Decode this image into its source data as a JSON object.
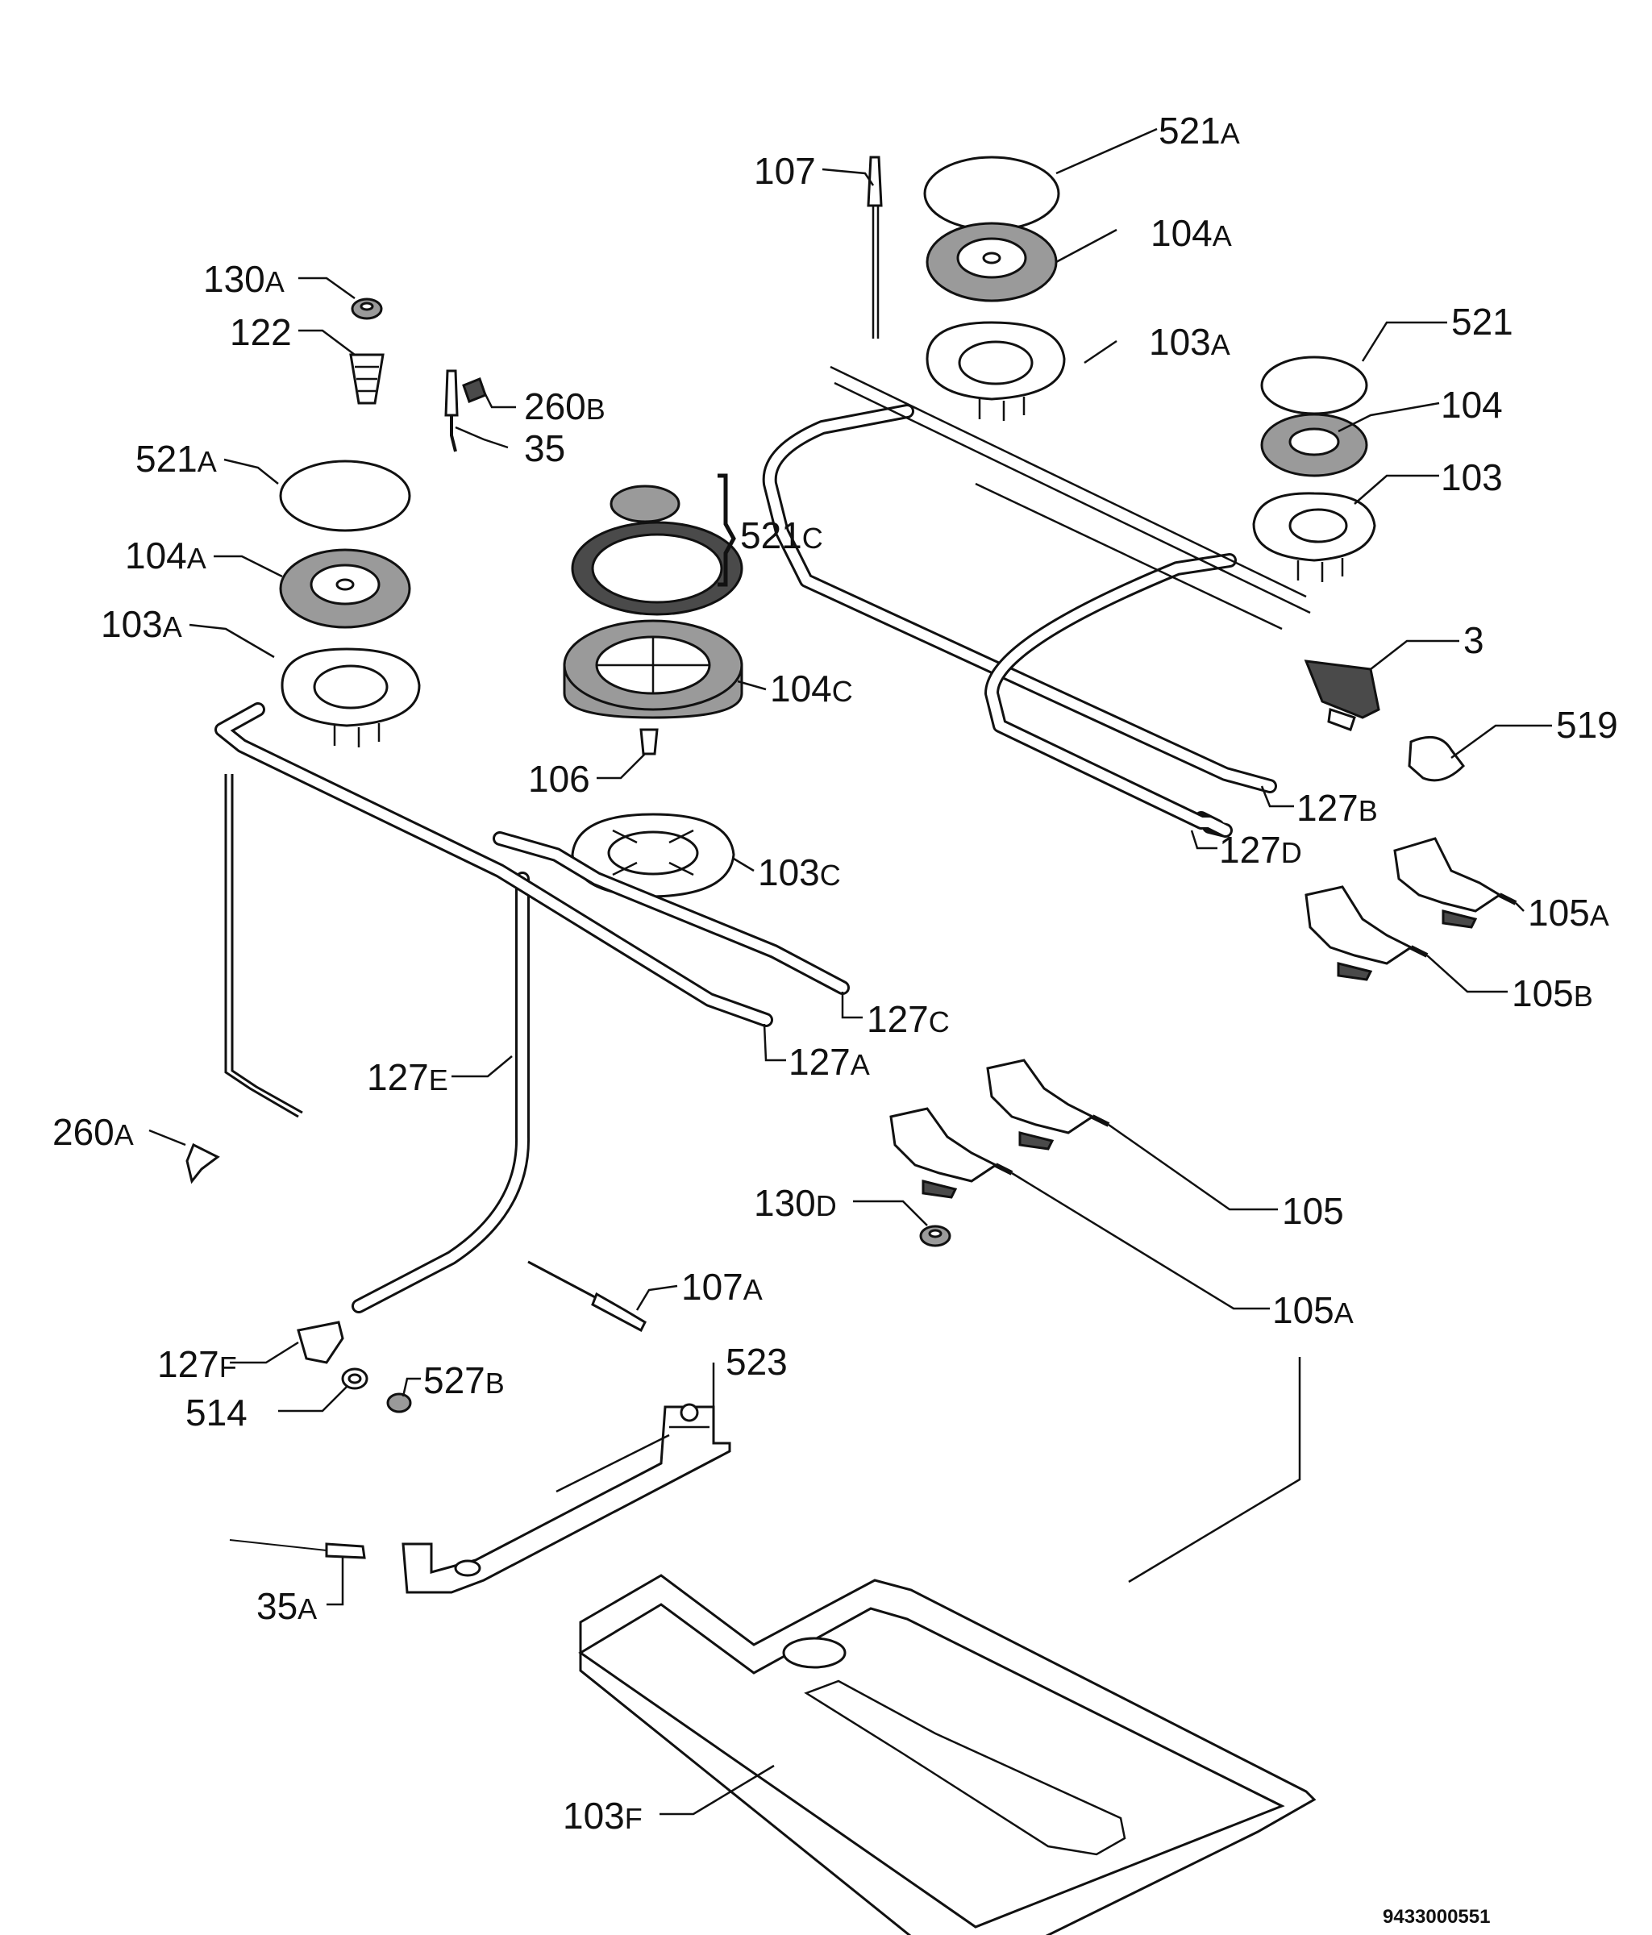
{
  "diagram": {
    "reference_code": "9433000551",
    "labels": [
      {
        "id": "521a-top",
        "num": "521",
        "suf": "A"
      },
      {
        "id": "107-top",
        "num": "107",
        "suf": ""
      },
      {
        "id": "104a-top",
        "num": "104",
        "suf": "A"
      },
      {
        "id": "130a",
        "num": "130",
        "suf": "A"
      },
      {
        "id": "122",
        "num": "122",
        "suf": ""
      },
      {
        "id": "103a-top",
        "num": "103",
        "suf": "A"
      },
      {
        "id": "521",
        "num": "521",
        "suf": ""
      },
      {
        "id": "260b",
        "num": "260",
        "suf": "B"
      },
      {
        "id": "104",
        "num": "104",
        "suf": ""
      },
      {
        "id": "35",
        "num": "35",
        "suf": ""
      },
      {
        "id": "521a-left",
        "num": "521",
        "suf": "A"
      },
      {
        "id": "103",
        "num": "103",
        "suf": ""
      },
      {
        "id": "521c",
        "num": "521",
        "suf": "C"
      },
      {
        "id": "104a-left",
        "num": "104",
        "suf": "A"
      },
      {
        "id": "103a-left",
        "num": "103",
        "suf": "A"
      },
      {
        "id": "3",
        "num": "3",
        "suf": ""
      },
      {
        "id": "104c",
        "num": "104",
        "suf": "C"
      },
      {
        "id": "519",
        "num": "519",
        "suf": ""
      },
      {
        "id": "106",
        "num": "106",
        "suf": ""
      },
      {
        "id": "127b",
        "num": "127",
        "suf": "B"
      },
      {
        "id": "127d",
        "num": "127",
        "suf": "D"
      },
      {
        "id": "103c",
        "num": "103",
        "suf": "C"
      },
      {
        "id": "105a-right",
        "num": "105",
        "suf": "A"
      },
      {
        "id": "105b",
        "num": "105",
        "suf": "B"
      },
      {
        "id": "127c",
        "num": "127",
        "suf": "C"
      },
      {
        "id": "127a",
        "num": "127",
        "suf": "A"
      },
      {
        "id": "127e",
        "num": "127",
        "suf": "E"
      },
      {
        "id": "260a",
        "num": "260",
        "suf": "A"
      },
      {
        "id": "130d",
        "num": "130",
        "suf": "D"
      },
      {
        "id": "105",
        "num": "105",
        "suf": ""
      },
      {
        "id": "107a",
        "num": "107",
        "suf": "A"
      },
      {
        "id": "105a-bottom",
        "num": "105",
        "suf": "A"
      },
      {
        "id": "127f",
        "num": "127",
        "suf": "F"
      },
      {
        "id": "523",
        "num": "523",
        "suf": ""
      },
      {
        "id": "527b",
        "num": "527",
        "suf": "B"
      },
      {
        "id": "514",
        "num": "514",
        "suf": ""
      },
      {
        "id": "35a",
        "num": "35",
        "suf": "A"
      },
      {
        "id": "103f",
        "num": "103",
        "suf": "F"
      }
    ]
  }
}
